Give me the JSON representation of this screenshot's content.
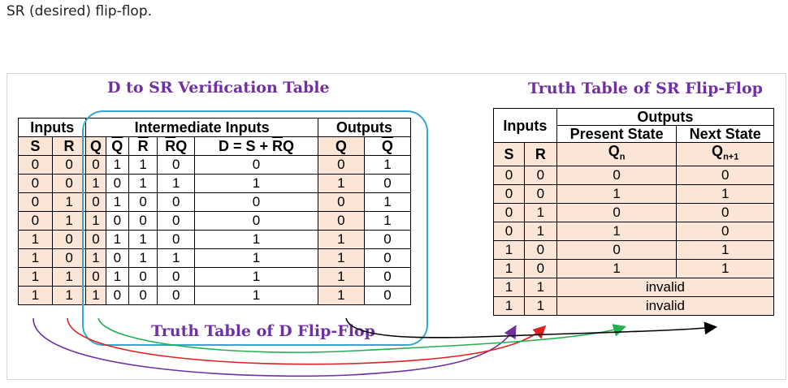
{
  "caption": "SR (desired) flip-flop.",
  "left_title": "D to SR Verification Table",
  "right_title": "Truth Table of SR Flip-Flop",
  "bottom_label": "Truth Table of D Flip-Flop",
  "colors": {
    "title": "#7030a0",
    "peach": "#fbe5d6",
    "cyan": "#31a9d4",
    "arrow_purple": "#7030a0",
    "arrow_red": "#e02020",
    "arrow_green": "#22b050",
    "arrow_black": "#000000"
  },
  "left_table": {
    "group_headers": {
      "inputs": "Inputs",
      "intermediate": "Intermediate Inputs",
      "outputs": "Outputs"
    },
    "columns": [
      "S",
      "R",
      "Q",
      "Q",
      "R",
      "RQ",
      "D = S + RQ",
      "Q",
      "Q"
    ],
    "rows": [
      [
        "0",
        "0",
        "0",
        "1",
        "1",
        "0",
        "0",
        "0",
        "1"
      ],
      [
        "0",
        "0",
        "1",
        "0",
        "1",
        "1",
        "1",
        "1",
        "0"
      ],
      [
        "0",
        "1",
        "0",
        "1",
        "0",
        "0",
        "0",
        "0",
        "1"
      ],
      [
        "0",
        "1",
        "1",
        "0",
        "0",
        "0",
        "0",
        "0",
        "1"
      ],
      [
        "1",
        "0",
        "0",
        "1",
        "1",
        "0",
        "1",
        "1",
        "0"
      ],
      [
        "1",
        "0",
        "1",
        "0",
        "1",
        "1",
        "1",
        "1",
        "0"
      ],
      [
        "1",
        "1",
        "0",
        "1",
        "0",
        "0",
        "1",
        "1",
        "0"
      ],
      [
        "1",
        "1",
        "1",
        "0",
        "0",
        "0",
        "1",
        "1",
        "0"
      ]
    ]
  },
  "right_table": {
    "inputs_label": "Inputs",
    "outputs_label": "Outputs",
    "present_label": "Present State",
    "next_label": "Next State",
    "columns": [
      "S",
      "R"
    ],
    "qn_label": "Q",
    "qn_sub": "n",
    "qn1_label": "Q",
    "qn1_sub": "n+1",
    "rows": [
      [
        "0",
        "0",
        "0",
        "0"
      ],
      [
        "0",
        "0",
        "1",
        "1"
      ],
      [
        "0",
        "1",
        "0",
        "0"
      ],
      [
        "0",
        "1",
        "1",
        "0"
      ],
      [
        "1",
        "0",
        "0",
        "1"
      ],
      [
        "1",
        "0",
        "1",
        "1"
      ]
    ],
    "invalid_rows": [
      {
        "s": "1",
        "r": "1",
        "text": "invalid"
      },
      {
        "s": "1",
        "r": "1",
        "text": "invalid"
      }
    ]
  }
}
